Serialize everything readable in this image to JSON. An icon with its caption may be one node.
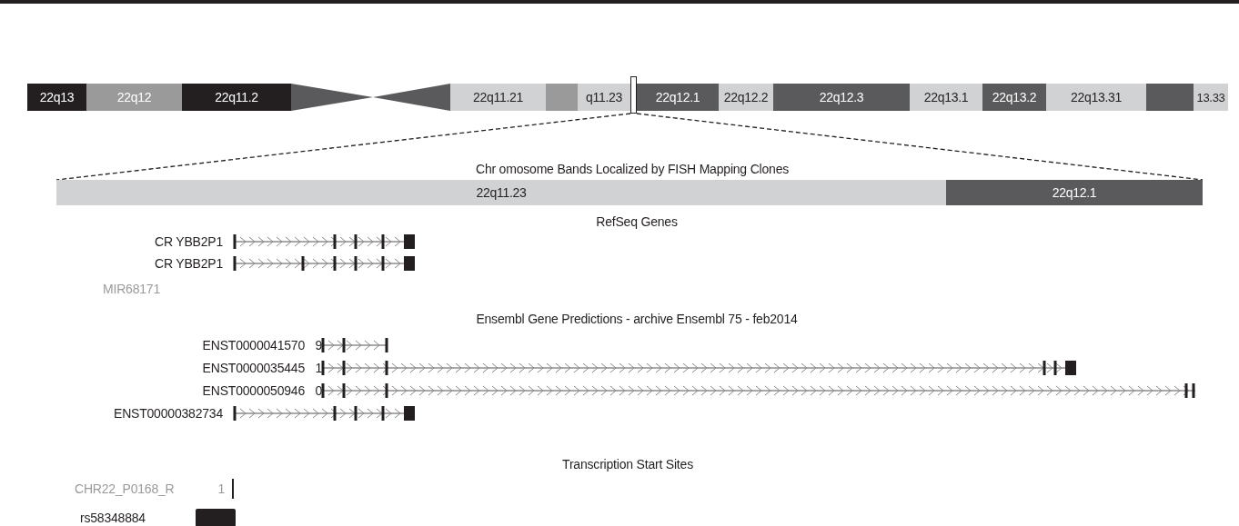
{
  "diagram": {
    "nodes": [
      {
        "text": [
          "22q13"
        ]
      },
      {
        "text": [
          "22q12"
        ]
      },
      {
        "text": [
          "22q11.2"
        ]
      },
      {
        "text": [
          "22q11.21"
        ]
      },
      {
        "text": [],
        "shape": "box"
      },
      {
        "text": [
          "q11.23"
        ]
      },
      {
        "text": [],
        "shape": "box"
      },
      {
        "text": [
          "22q12.1"
        ]
      },
      {
        "text": [
          "22q12.2"
        ]
      },
      {
        "text": [
          "22q12.3"
        ]
      },
      {
        "text": [
          "22q13.1"
        ]
      },
      {
        "text": [
          "22q13.2"
        ]
      },
      {
        "text": [
          "22q13.31"
        ]
      },
      {
        "text": [],
        "shape": "box"
      },
      {
        "text": [
          "13.33"
        ]
      },
      {
        "text": [
          "22q11.23"
        ]
      },
      {
        "text": [
          "22q12.1"
        ]
      }
    ],
    "edges": [
      {
        "from": 6,
        "to": 15,
        "arrow": "none",
        "style": "dashed"
      },
      {
        "from": 6,
        "to": 16,
        "arrow": "none",
        "style": "dashed"
      }
    ],
    "labels": [
      "Chr omosome Bands Localized by FISH Mapping Clones",
      "RefSeq Genes",
      "CR YBB2P1",
      "CR YBB2P1",
      "MIR68171",
      "Ensembl Gene Predictions - archive Ensembl 75 - feb2014",
      "ENST0000041570",
      "9",
      "ENST0000035445",
      "1",
      "ENST0000050946",
      "0",
      "ENST00000382734",
      "Transcription Start Sites",
      "CHR22_P0168_R",
      "1",
      "rs58348884"
    ]
  }
}
